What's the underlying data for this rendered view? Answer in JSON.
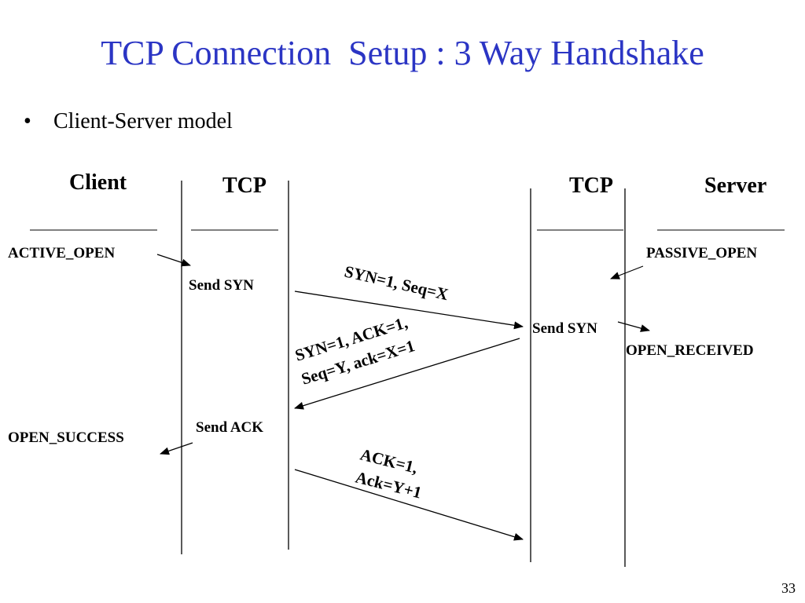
{
  "title": "TCP Connection  Setup : 3 Way Handshake",
  "bullet": "Client-Server model",
  "headers": {
    "client": "Client",
    "tcp_left": "TCP",
    "tcp_right": "TCP",
    "server": "Server"
  },
  "labels": {
    "active_open": "ACTIVE_OPEN",
    "passive_open": "PASSIVE_OPEN",
    "send_syn_client": "Send SYN",
    "send_syn_server": "Send SYN",
    "open_received": "OPEN_RECEIVED",
    "open_success": "OPEN_SUCCESS",
    "send_ack": "Send ACK"
  },
  "messages": {
    "syn": "SYN=1, Seq=X",
    "synack_line1": "SYN=1, ACK=1,",
    "synack_line2": "Seq=Y, ack=X=1",
    "ack_line1": "ACK=1,",
    "ack_line2": "Ack=Y+1"
  },
  "page_number": "33",
  "colors": {
    "title": "#2b35c4",
    "lines": "#000000"
  }
}
